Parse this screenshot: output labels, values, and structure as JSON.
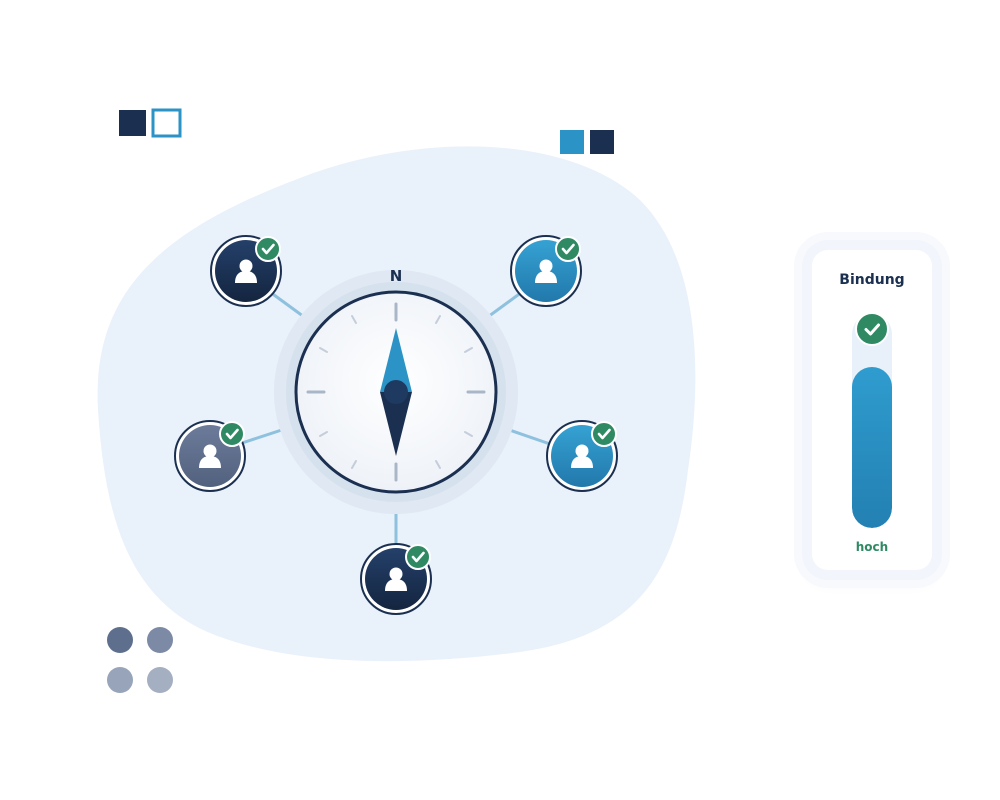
{
  "compass": {
    "north_label": "N"
  },
  "card": {
    "title": "Bindung",
    "level_label": "hoch",
    "level_fraction": 0.75
  },
  "colors": {
    "navy": "#1b3050",
    "blue": "#2b93c6",
    "slate": "#5e6f8e",
    "green": "#2f8a63",
    "blob": "#e9f1fa"
  },
  "icons": {
    "person": "person-icon",
    "check": "check-icon",
    "compass": "compass-icon"
  }
}
